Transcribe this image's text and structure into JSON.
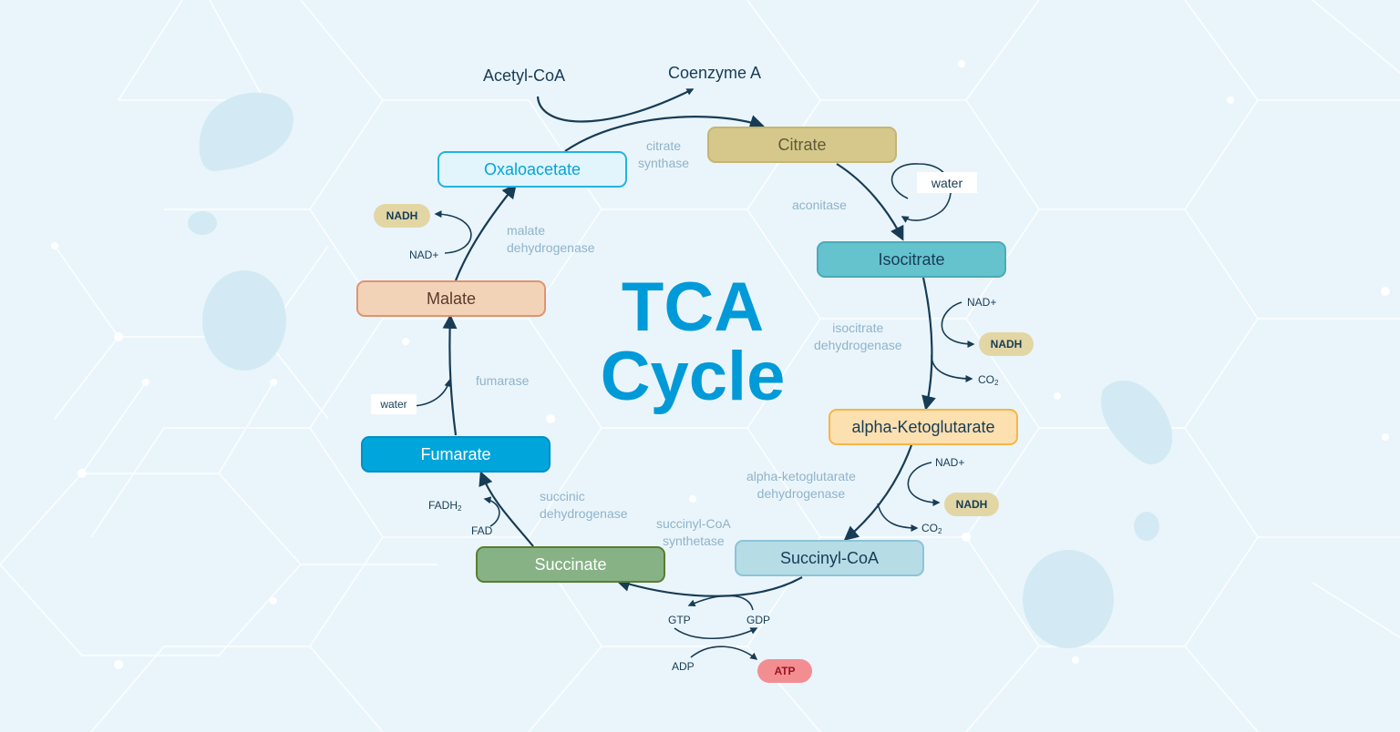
{
  "title": {
    "line1": "TCA",
    "line2": "Cycle"
  },
  "inputs": {
    "acetyl_coa": "Acetyl-CoA",
    "coenzyme_a": "Coenzyme A"
  },
  "metabolites": {
    "citrate": "Citrate",
    "isocitrate": "Isocitrate",
    "alpha_ketoglutarate": "alpha-Ketoglutarate",
    "succinyl_coa": "Succinyl-CoA",
    "succinate": "Succinate",
    "fumarate": "Fumarate",
    "malate": "Malate",
    "oxaloacetate": "Oxaloacetate"
  },
  "enzymes": {
    "citrate_synthase": [
      "citrate",
      "synthase"
    ],
    "aconitase": "aconitase",
    "isocitrate_dehydrogenase": [
      "isocitrate",
      "dehydrogenase"
    ],
    "akg_dehydrogenase": [
      "alpha-ketoglutarate",
      "dehydrogenase"
    ],
    "succinyl_coa_synthetase": [
      "succinyl-CoA",
      "synthetase"
    ],
    "succinic_dehydrogenase": [
      "succinic",
      "dehydrogenase"
    ],
    "fumarase": "fumarase",
    "malate_dehydrogenase": [
      "malate",
      "dehydrogenase"
    ]
  },
  "cofactors": {
    "water_top": "water",
    "water_left": "water",
    "nad_isocitrate": "NAD+",
    "nadh_isocitrate": "NADH",
    "co2_isocitrate": "CO",
    "nad_akg": "NAD+",
    "nadh_akg": "NADH",
    "co2_akg": "CO",
    "co2_subscript": "2",
    "gtp": "GTP",
    "gdp": "GDP",
    "adp": "ADP",
    "atp": "ATP",
    "fadh": "FADH",
    "fadh_subscript": "2",
    "fad": "FAD",
    "nad_malate": "NAD+",
    "nadh_malate": "NADH"
  },
  "colors": {
    "background": "#eaf5fb",
    "arrow": "#173c55",
    "title": "#009ad8",
    "enzyme_text": "#8fb3c9",
    "citrate": "#d5c88a",
    "isocitrate": "#65c3ce",
    "alpha_ketoglutarate": "#fde0b0",
    "succinyl_coa": "#b6dce6",
    "succinate": "#86b286",
    "fumarate": "#00a5dc",
    "malate": "#f3d3b8",
    "oxaloacetate": "#e3f5fc",
    "nadh_pill": "#e2d6a5",
    "atp_pill": "#f28e92"
  }
}
